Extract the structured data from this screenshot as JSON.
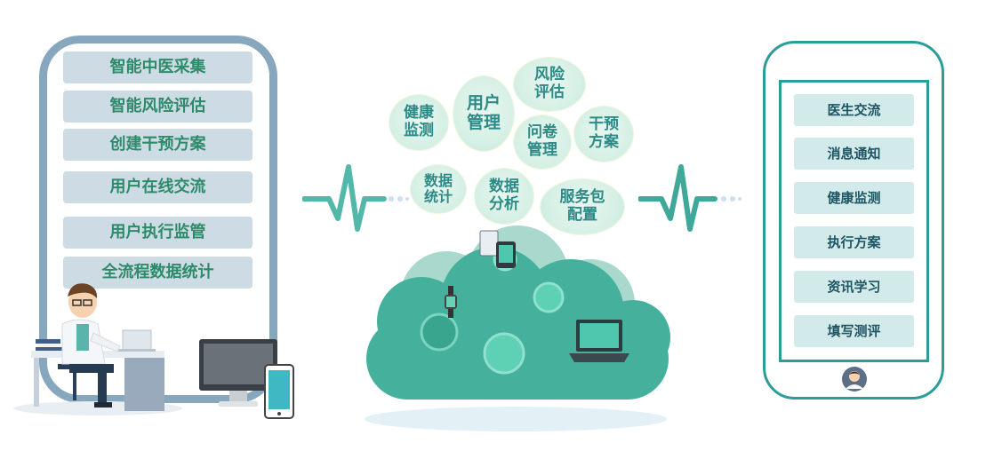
{
  "left_panel": {
    "items": [
      "智能中医采集",
      "智能风险评估",
      "创建干预方案",
      "用户在线交流",
      "用户执行监管",
      "全流程数据统计"
    ]
  },
  "center": {
    "bubbles": [
      {
        "label": "健康\n监测"
      },
      {
        "label": "用户\n管理"
      },
      {
        "label": "风险\n评估"
      },
      {
        "label": "问卷\n管理"
      },
      {
        "label": "干预\n方案"
      },
      {
        "label": "数据\n统计"
      },
      {
        "label": "数据\n分析"
      },
      {
        "label": "服务包\n配置"
      }
    ]
  },
  "right_panel": {
    "items": [
      "医生交流",
      "消息通知",
      "健康监测",
      "执行方案",
      "资讯学习",
      "填写测评"
    ]
  },
  "colors": {
    "left_frame": "#87a7bf",
    "left_button_bg": "#cddbe5",
    "left_button_text": "#2e8b6a",
    "phone_frame": "#2a9d9b",
    "right_button_bg": "#d2ebea",
    "right_button_text": "#1f5563",
    "cloud": "#45b19c",
    "bubble_text": "#2d8a86"
  },
  "icons": [
    "doctor-illustration",
    "desktop-monitor-icon",
    "smartphone-icon",
    "cloud-icon",
    "pulse-wave-icon",
    "laptop-icon",
    "tablet-icon",
    "smartwatch-icon",
    "user-avatar-icon"
  ]
}
